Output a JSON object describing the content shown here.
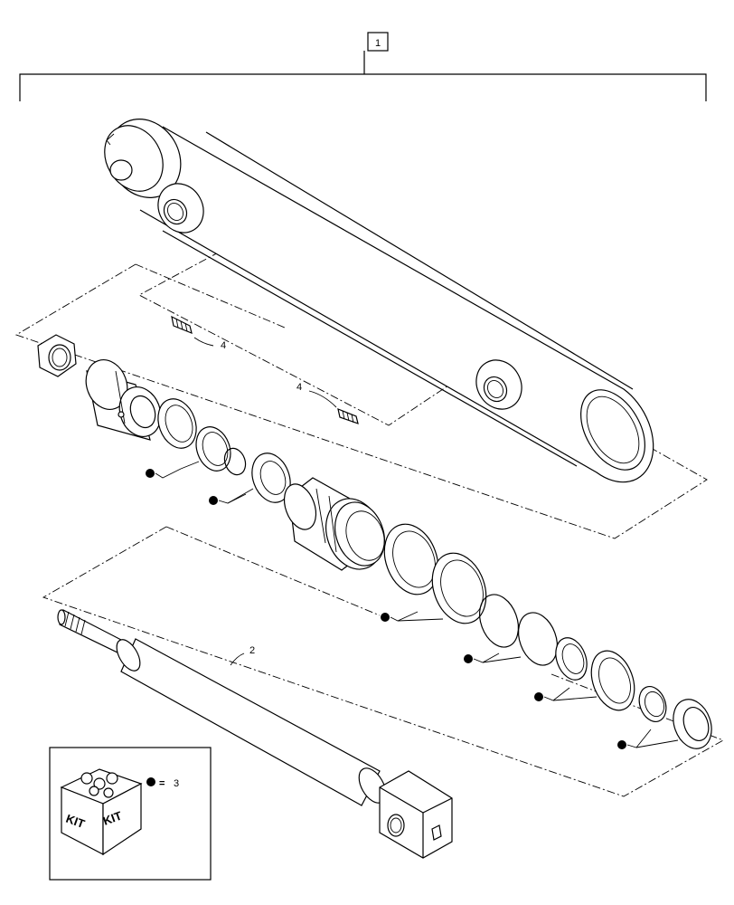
{
  "callouts": {
    "assembly": "1",
    "rod": "2",
    "kit_ref": "3",
    "fitting_a": "4",
    "fitting_b": "4"
  },
  "kit_box": {
    "equals": "=",
    "kit_text_left": "KIT",
    "kit_text_right": "KIT"
  }
}
